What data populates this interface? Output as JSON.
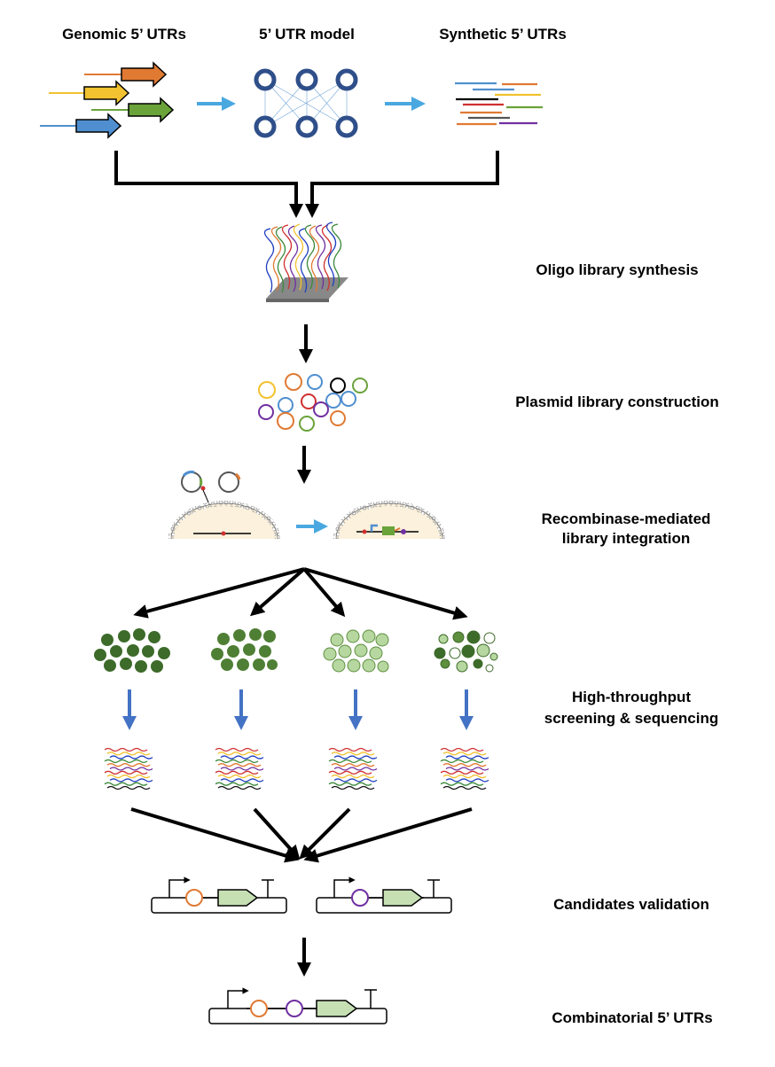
{
  "header": {
    "genomic": "Genomic 5’ UTRs",
    "model": "5’ UTR model",
    "synthetic": "Synthetic 5’ UTRs"
  },
  "steps": {
    "oligo": "Oligo library synthesis",
    "plasmid": "Plasmid library construction",
    "recomb_line1": "Recombinase-mediated",
    "recomb_line2": "library integration",
    "screen_line1": "High-throughput",
    "screen_line2": "screening & sequencing",
    "validation": "Candidates validation",
    "combinatorial": "Combinatorial 5’ UTRs"
  },
  "colors": {
    "arrow_light_blue": "#4aa8e0",
    "arrow_blue": "#4472c4",
    "node_blue": "#2f4f8a",
    "orange": "#e07a33",
    "yellow": "#f2c230",
    "green": "#6aa33a",
    "blue": "#4f8fcf",
    "purple": "#7030a0",
    "red": "#d03030",
    "dark_green": "#3d6b2a",
    "mid_green": "#5e8f3f",
    "light_green": "#b7d7a0",
    "cds_green": "#c6e0b4",
    "cell_fill": "#fbf1dc"
  }
}
